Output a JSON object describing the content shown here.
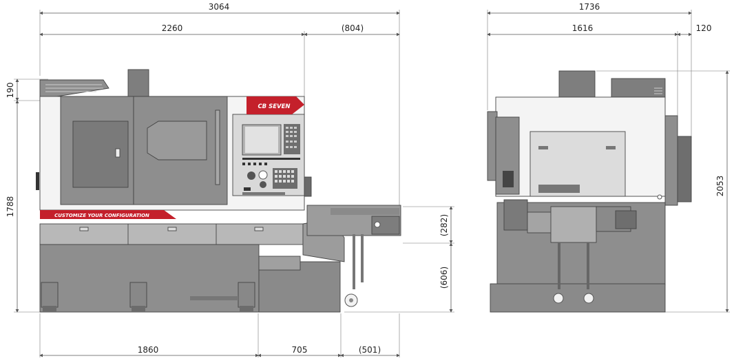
{
  "front_view": {
    "dimensions": {
      "overall_width": "3064",
      "machine_width": "2260",
      "conveyor_width": "(804)",
      "base_width": "1860",
      "chip_box_width": "705",
      "cart_overhang": "(501)",
      "top_unit_height": "190",
      "machine_height": "1788",
      "conveyor_upper_height": "(282)",
      "conveyor_lower_height": "(606)"
    },
    "branding": {
      "model_logo": "CB SEVEN",
      "slogan": "CUSTOMIZE YOUR CONFIGURATION"
    },
    "colors": {
      "body": "#8e8e8e",
      "body_dark": "#6b6b6b",
      "panel": "#d9d9d9",
      "accent_red": "#c4202b",
      "screen": "#e2e2e2"
    }
  },
  "side_view": {
    "dimensions": {
      "overall_depth": "1736",
      "body_depth": "1616",
      "panel_offset": "120",
      "overall_height": "2053"
    }
  }
}
